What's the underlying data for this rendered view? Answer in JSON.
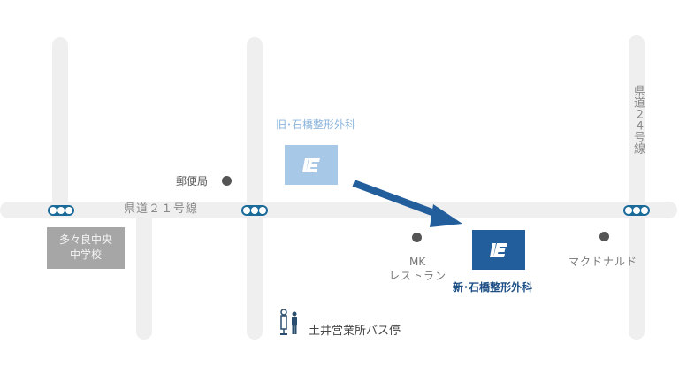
{
  "roads": {
    "horizontal_label": "県道２１号線",
    "vertical_label": "県道２４号線"
  },
  "landmarks": {
    "school": "多々良中央\n中学校",
    "school_line1": "多々良中央",
    "school_line2": "中学校",
    "post_office": "郵便局",
    "mk_line1": "MK",
    "mk_line2": "レストラン",
    "mcdonalds": "マクドナルド",
    "bus_stop": "土井営業所バス停"
  },
  "clinics": {
    "old_label": "旧･石橋整形外科",
    "new_label": "新･石橋整形外科"
  },
  "colors": {
    "road": "#efefef",
    "old_clinic": "#a8c8e8",
    "new_clinic": "#225d9c",
    "arrow": "#225d9c",
    "traffic_light": "#1a6a9a",
    "school": "#a6a6a6"
  }
}
